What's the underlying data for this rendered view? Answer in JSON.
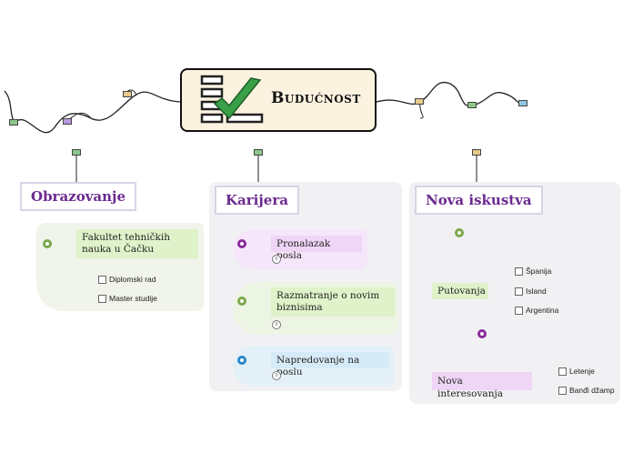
{
  "central": {
    "title": "Budućnost",
    "icon": "checklist-icon"
  },
  "branches": [
    {
      "label": "Obrazovanje",
      "topics": [
        {
          "label_line1": "Fakultet tehničkih",
          "label_line2": "nauka u Čačku",
          "color": "#dff2c9",
          "leaves": [
            "Diplomski rad",
            "Master studije"
          ]
        }
      ]
    },
    {
      "label": "Karijera",
      "topics": [
        {
          "label": "Pronalazak posla",
          "color": "#efd5f6",
          "badge": "0"
        },
        {
          "label_line1": "Razmatranje o novim",
          "label_line2": "biznisima",
          "color": "#dff2c9",
          "badge": "0"
        },
        {
          "label": "Napredovanje na poslu",
          "color": "#d6ebf8",
          "badge": "0"
        }
      ]
    },
    {
      "label": "Nova iskustva",
      "topics": [
        {
          "label": "Putovanja",
          "color": "#dff2c9",
          "leaves": [
            "Španija",
            "Island",
            "Argentina"
          ]
        },
        {
          "label": "Nova interesovanja",
          "color": "#efd5f6",
          "leaves": [
            "Letenje",
            "Banđi džamp"
          ]
        }
      ]
    }
  ],
  "colors": {
    "branch_text": "#6b2a8f",
    "green_accent": "#7aa84a",
    "purple_accent": "#8a2a9a",
    "blue_accent": "#2a86c8"
  }
}
